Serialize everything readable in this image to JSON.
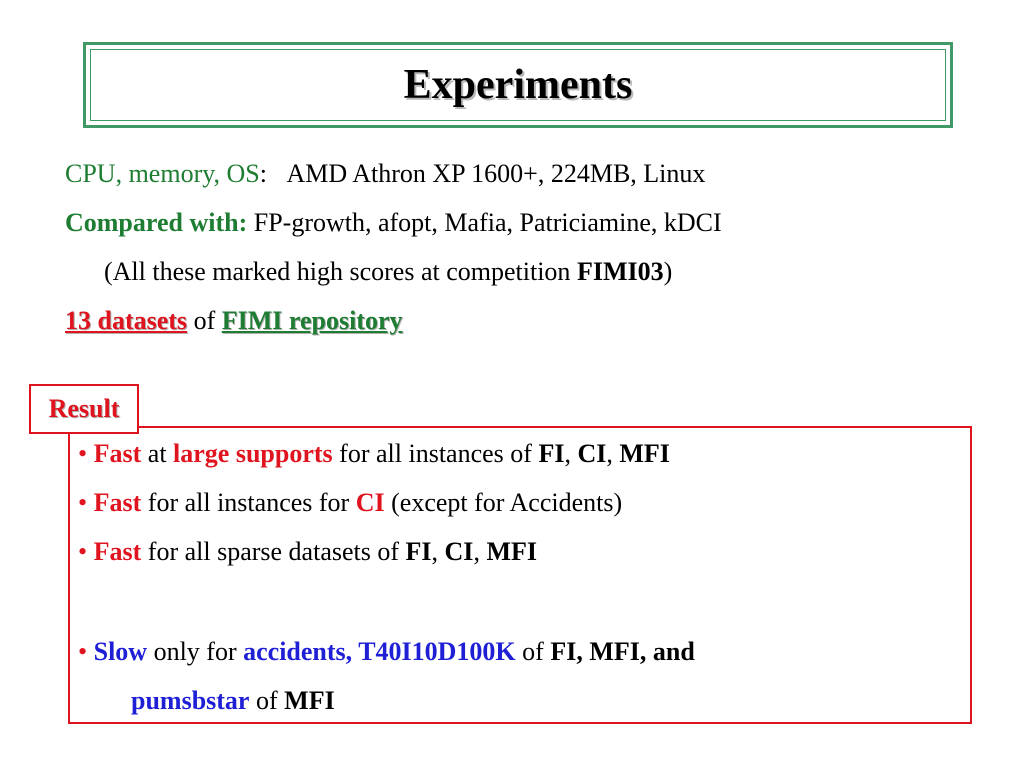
{
  "title": "Experiments",
  "setup": {
    "cpu_label": "CPU, memory, OS",
    "cpu_colon": ":",
    "cpu_value": "AMD Athron XP 1600+,  224MB, Linux",
    "compared_label": "Compared with:",
    "compared_value": "FP-growth, afopt, Mafia, Patriciamine, kDCI",
    "note_open": "(All these marked high scores at competition ",
    "note_bold": "FIMI03",
    "note_close": ")",
    "datasets_count": "13 datasets",
    "datasets_of": "of",
    "datasets_repo": "FIMI repository"
  },
  "result": {
    "label": "Result",
    "bullet": "•",
    "item1": {
      "fast": "Fast",
      "at": "at",
      "large_supports": "large supports",
      "text": "for all instances of",
      "fi": "FI",
      "comma1": ",",
      "ci": "CI",
      "comma2": ",",
      "mfi": "MFI"
    },
    "item2": {
      "fast": "Fast",
      "text": "for all instances for",
      "ci": "CI",
      "rest": "(except for Accidents)"
    },
    "item3": {
      "fast": "Fast",
      "text": "for all sparse datasets of",
      "fi": "FI",
      "comma1": ",",
      "ci": "CI",
      "comma2": ",",
      "mfi": "MFI"
    },
    "item4": {
      "slow": "Slow",
      "text": "only for",
      "datasets": "accidents, T40I10D100K",
      "of": "of",
      "kinds": "FI, MFI, and",
      "pumsb": "pumsbstar",
      "of2": "of",
      "mfi": "MFI"
    }
  },
  "colors": {
    "green": "#1e7d32",
    "red": "#e0141e",
    "blue": "#1f1fd6",
    "frame_green": "#3f9a68"
  }
}
